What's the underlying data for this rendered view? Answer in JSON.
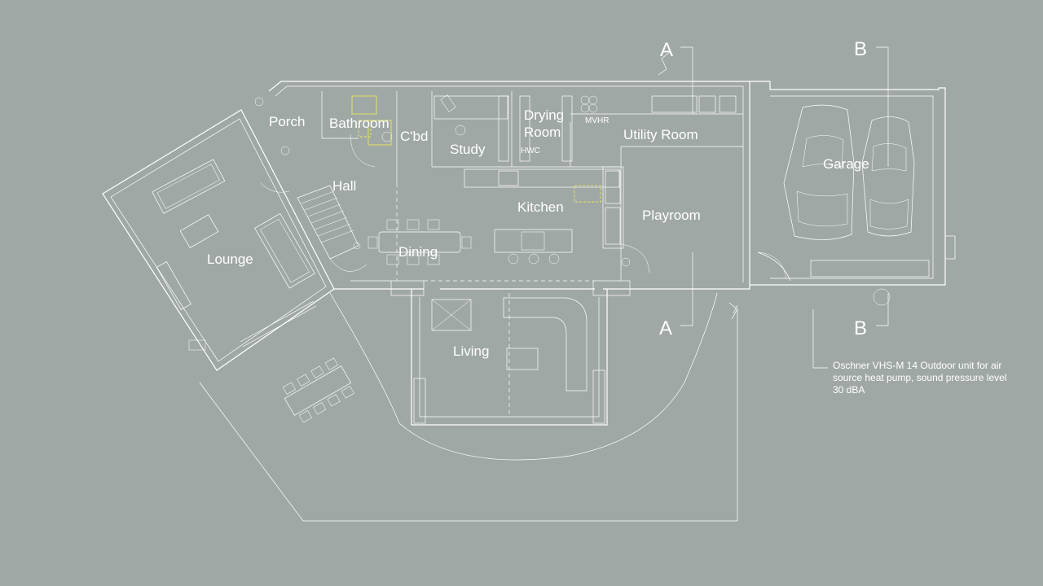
{
  "rooms": {
    "porch": "Porch",
    "bathroom": "Bathroom",
    "cupboard": "C'bd",
    "study": "Study",
    "drying_room": [
      "Drying",
      "Room"
    ],
    "hwc": "HWC",
    "mvhr": "MVHR",
    "utility_room": "Utility Room",
    "garage": "Garage",
    "hall": "Hall",
    "kitchen": "Kitchen",
    "playroom": "Playroom",
    "lounge": "Lounge",
    "dining": "Dining",
    "living": "Living"
  },
  "section_markers": {
    "a_top": "A",
    "a_bottom": "A",
    "b_top": "B",
    "b_bottom": "B"
  },
  "annotation": "Oschner VHS-M 14 Outdoor unit for air source heat pump, sound pressure level 30 dBA"
}
